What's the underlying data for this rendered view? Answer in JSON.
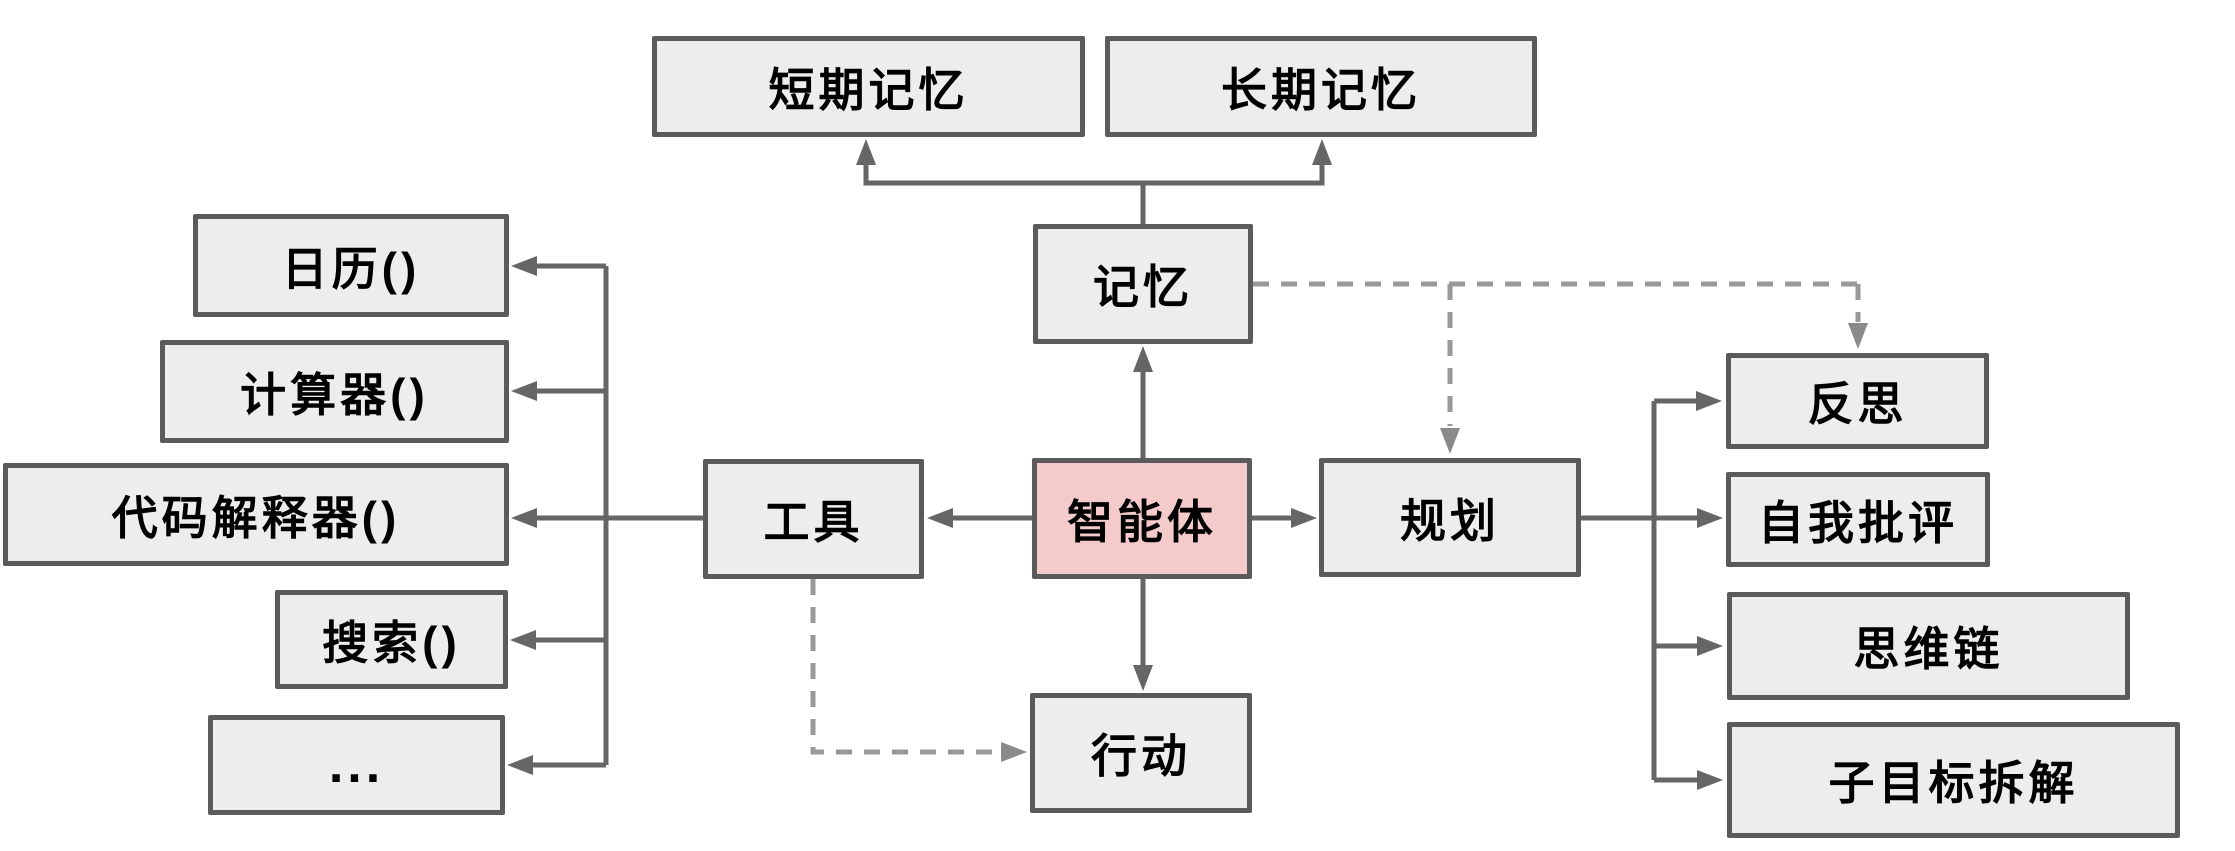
{
  "diagram": {
    "type": "flowchart",
    "background": "#ffffff",
    "colors": {
      "node_fill": "#ededed",
      "node_border": "#5b5b5b",
      "agent_node_fill": "#f5caca",
      "solid_line": "#666666",
      "dashed_line": "#999999",
      "text": "#000000"
    },
    "nodes": {
      "short_term_memory": {
        "label": "短期记忆"
      },
      "long_term_memory": {
        "label": "长期记忆"
      },
      "memory": {
        "label": "记忆"
      },
      "tools": {
        "label": "工具"
      },
      "agent": {
        "label": "智能体"
      },
      "planning": {
        "label": "规划"
      },
      "action": {
        "label": "行动"
      },
      "calendar": {
        "label": "日历()"
      },
      "calculator": {
        "label": "计算器()"
      },
      "code_interpreter": {
        "label": "代码解释器()"
      },
      "search": {
        "label": "搜索()"
      },
      "more_tools": {
        "label": "..."
      },
      "reflection": {
        "label": "反思"
      },
      "self_critique": {
        "label": "自我批评"
      },
      "chain_of_thought": {
        "label": "思维链"
      },
      "subgoal_decomposition": {
        "label": "子目标拆解"
      }
    },
    "edges": [
      {
        "from": "记忆",
        "to": "短期记忆",
        "style": "solid-arrow"
      },
      {
        "from": "记忆",
        "to": "长期记忆",
        "style": "solid-arrow"
      },
      {
        "from": "智能体",
        "to": "记忆",
        "style": "solid-arrow"
      },
      {
        "from": "智能体",
        "to": "工具",
        "style": "solid-arrow"
      },
      {
        "from": "智能体",
        "to": "规划",
        "style": "solid-arrow"
      },
      {
        "from": "智能体",
        "to": "行动",
        "style": "solid-arrow"
      },
      {
        "from": "工具",
        "to": "日历()",
        "style": "solid-arrow"
      },
      {
        "from": "工具",
        "to": "计算器()",
        "style": "solid-arrow"
      },
      {
        "from": "工具",
        "to": "代码解释器()",
        "style": "solid-arrow"
      },
      {
        "from": "工具",
        "to": "搜索()",
        "style": "solid-arrow"
      },
      {
        "from": "工具",
        "to": "...",
        "style": "solid-arrow"
      },
      {
        "from": "规划",
        "to": "反思",
        "style": "solid-arrow"
      },
      {
        "from": "规划",
        "to": "自我批评",
        "style": "solid-arrow"
      },
      {
        "from": "规划",
        "to": "思维链",
        "style": "solid-arrow"
      },
      {
        "from": "规划",
        "to": "子目标拆解",
        "style": "solid-arrow"
      },
      {
        "from": "记忆",
        "to": "规划",
        "style": "dashed-arrow"
      },
      {
        "from": "记忆",
        "to": "反思",
        "style": "dashed-arrow"
      },
      {
        "from": "工具",
        "to": "行动",
        "style": "dashed-arrow"
      }
    ]
  }
}
